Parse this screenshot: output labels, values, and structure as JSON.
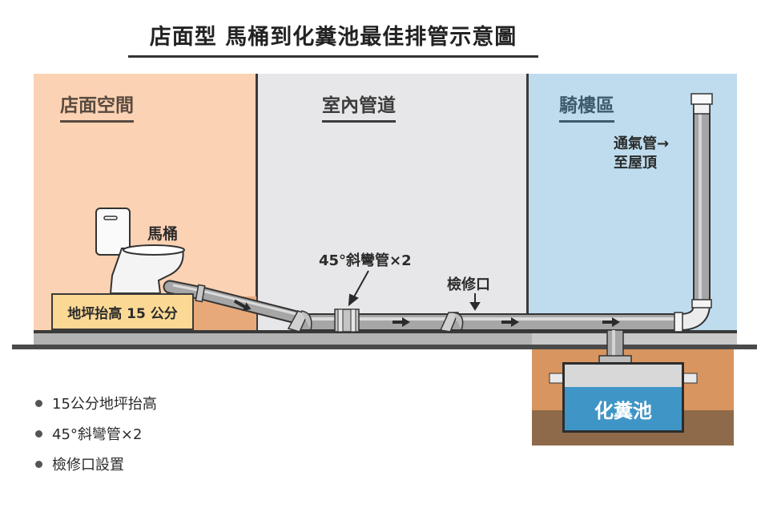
{
  "title": "店面型 馬桶到化糞池最佳排管示意圖",
  "zones": {
    "shop": {
      "label": "店面空間",
      "color": "#fbd2b3"
    },
    "duct": {
      "label": "室內管道",
      "color": "#e7e7ea"
    },
    "arcade": {
      "label": "騎樓區",
      "color": "#bedcee"
    }
  },
  "labels": {
    "toilet": "馬桶",
    "floor_raise": "地坪抬高 15 公分",
    "elbow": "45°斜彎管×2",
    "cleanout": "檢修口",
    "vent_line1": "通氣管→",
    "vent_line2": "至屋頂",
    "septic_tank": "化糞池"
  },
  "icons": {
    "flow_arrow": "right-arrow-icon",
    "toilet": "toilet-icon",
    "pointer": "arrow-down-icon"
  },
  "bullets": [
    {
      "text": "15公分地坪抬高"
    },
    {
      "text": "45°斜彎管×2"
    },
    {
      "text": "檢修口設置"
    }
  ],
  "colors": {
    "pipe": "#9a9a9a",
    "pipe_highlight": "#d9d9d9",
    "tank_water": "#3f96c6",
    "soil": "#d9955f"
  }
}
